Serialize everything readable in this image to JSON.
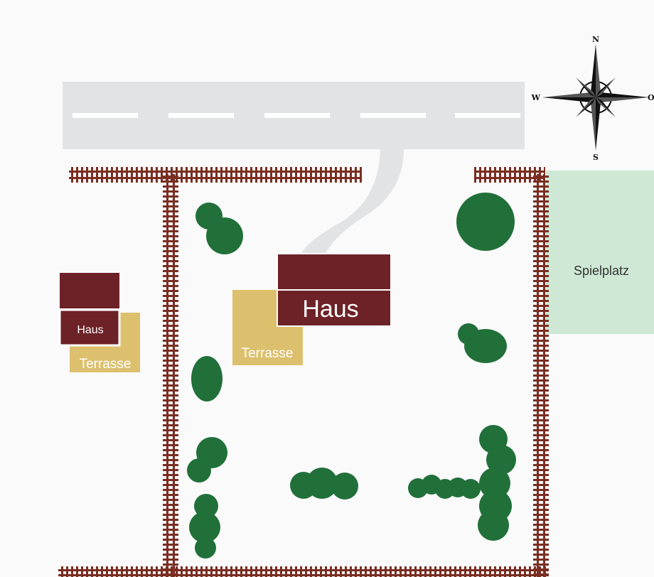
{
  "map": {
    "compass": {
      "north": "N",
      "east": "O",
      "south": "S",
      "west": "W"
    },
    "labels": {
      "main_house": "Haus",
      "main_terrace": "Terrasse",
      "neighbor_house": "Haus",
      "neighbor_terrace": "Terrasse",
      "playground": "Spielplatz"
    },
    "colors": {
      "background": "#fafafa",
      "road": "#e2e3e5",
      "road_marking": "#ffffff",
      "fence": "#7a2e22",
      "house": "#6d2227",
      "terrace": "#dcc06e",
      "tree": "#21703a",
      "playground": "#cfe8d6",
      "compass": "#111111"
    }
  }
}
